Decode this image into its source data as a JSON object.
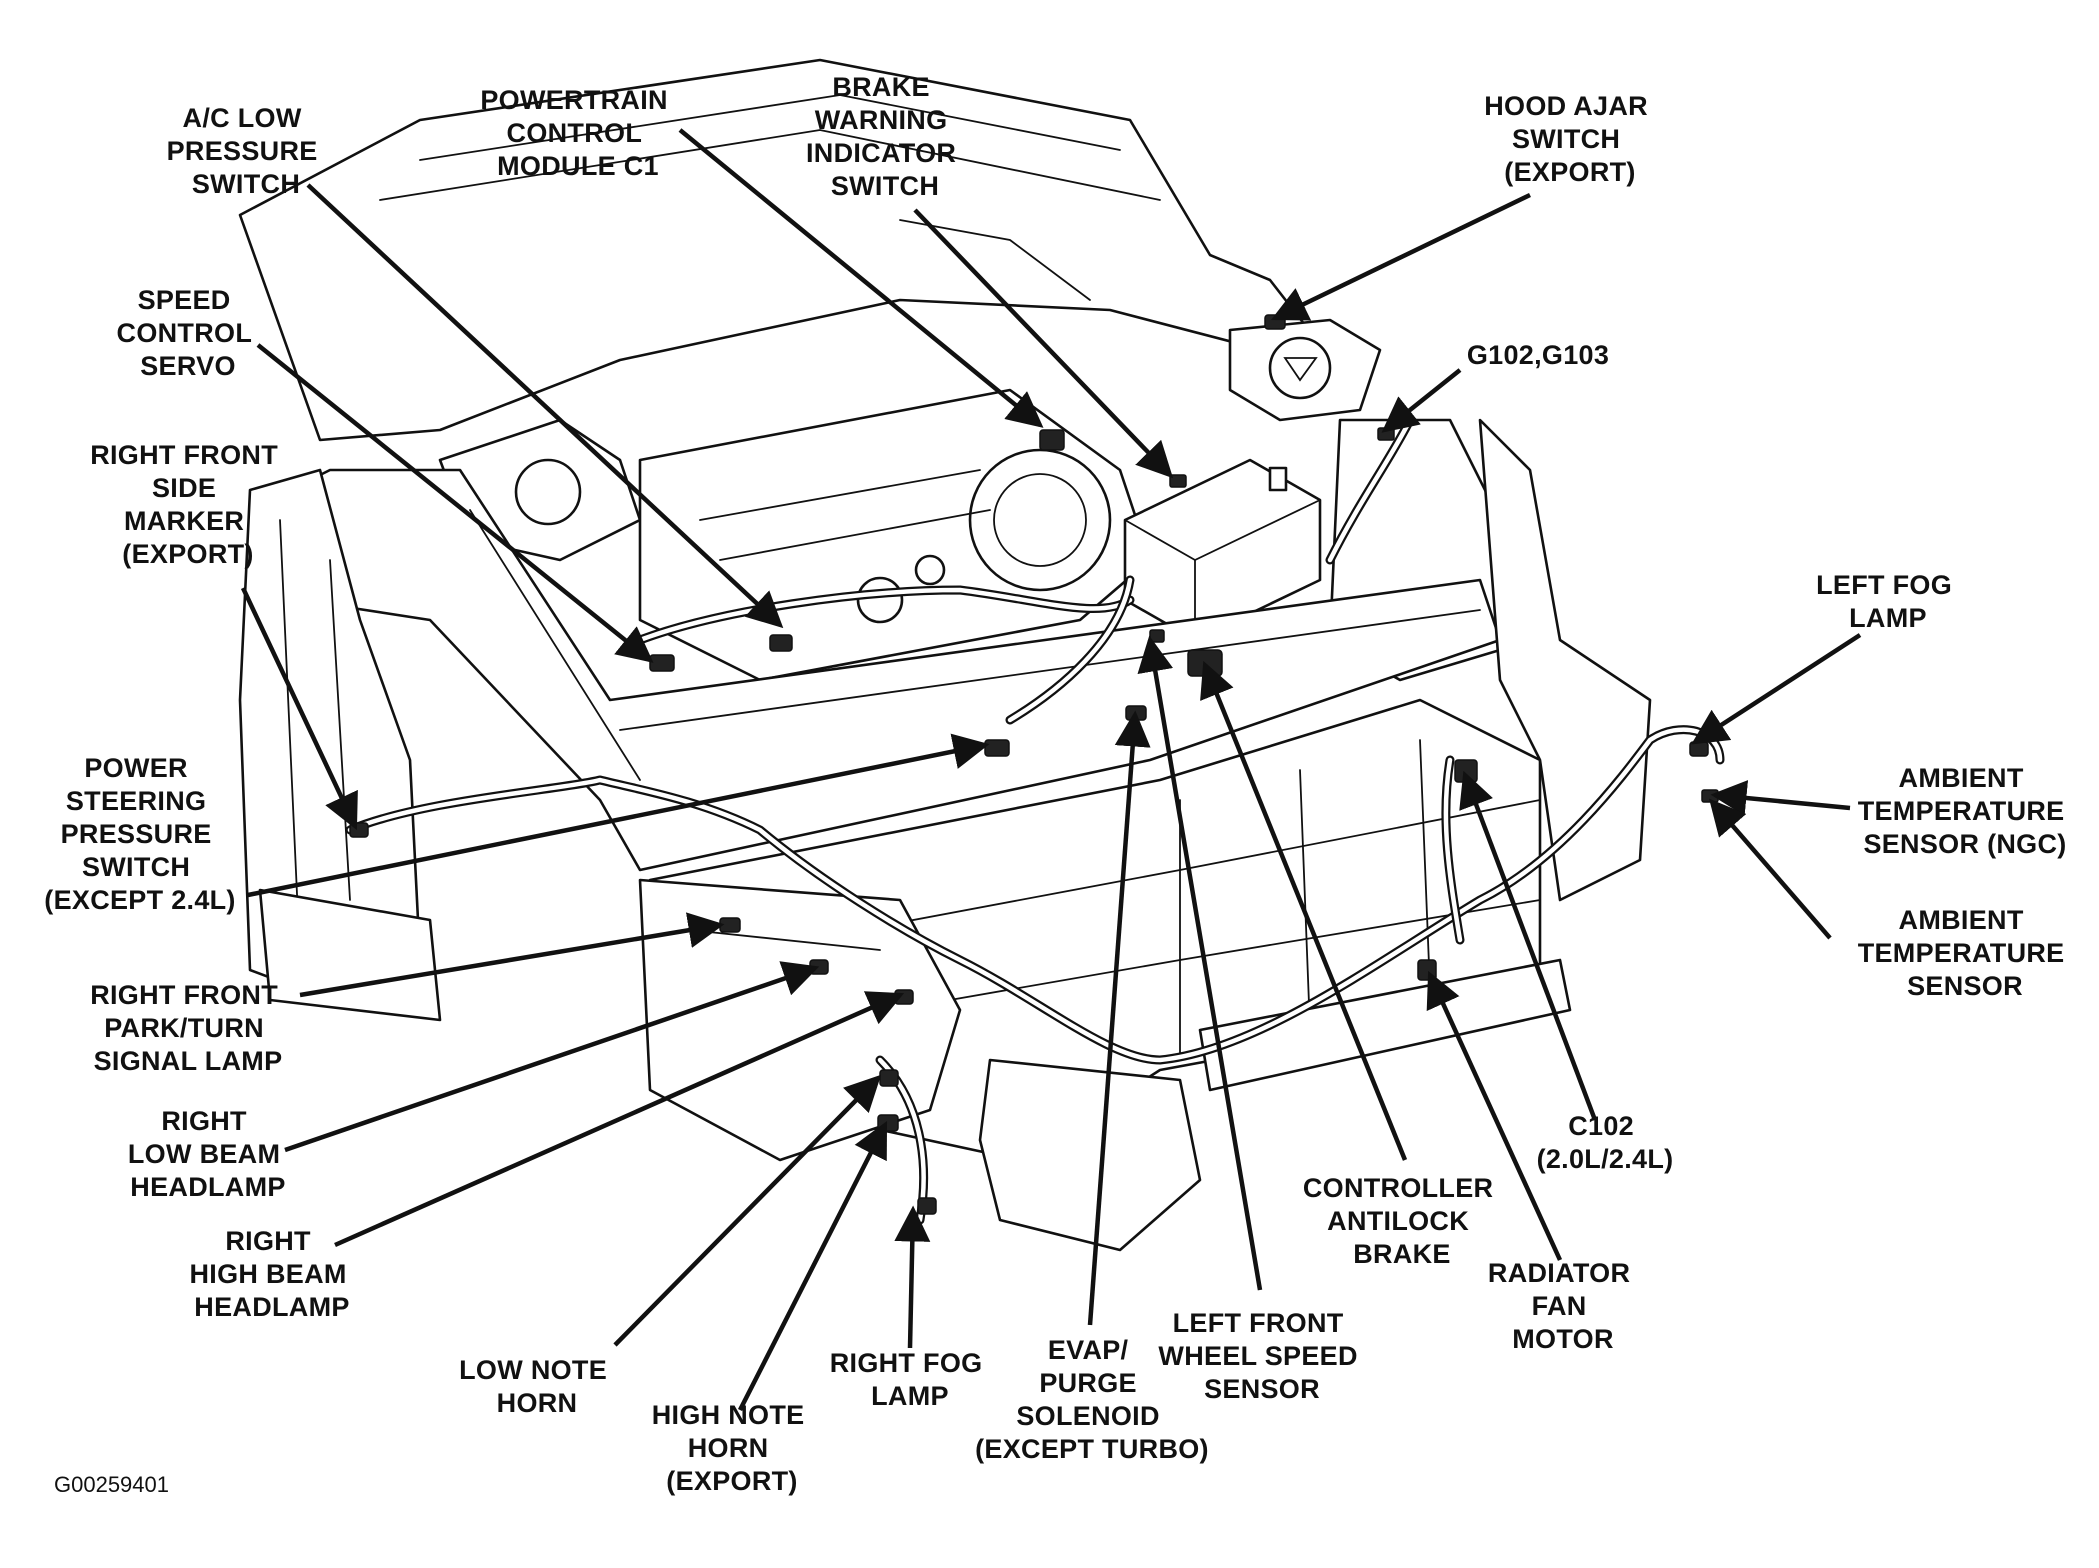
{
  "figure": {
    "id": "G00259401",
    "colors": {
      "ink": "#111111",
      "paper": "#ffffff"
    }
  },
  "labels": {
    "ac_low_pressure_switch": [
      "A/C LOW",
      "PRESSURE",
      "SWITCH"
    ],
    "powertrain_control_module": [
      "POWERTRAIN",
      "CONTROL",
      "MODULE C1"
    ],
    "brake_warning_indicator_switch": [
      "BRAKE",
      "WARNING",
      "INDICATOR",
      "SWITCH"
    ],
    "hood_ajar_switch": [
      "HOOD AJAR",
      "SWITCH",
      "(EXPORT)"
    ],
    "speed_control_servo": [
      "SPEED",
      "CONTROL",
      "SERVO"
    ],
    "g102_g103": [
      "G102,G103"
    ],
    "right_front_side_marker": [
      "RIGHT FRONT",
      "SIDE",
      "MARKER",
      "(EXPORT)"
    ],
    "left_fog_lamp": [
      "LEFT FOG",
      "LAMP"
    ],
    "power_steering_pressure_switch": [
      "POWER",
      "STEERING",
      "PRESSURE",
      "SWITCH",
      "(EXCEPT 2.4L)"
    ],
    "ambient_temperature_sensor_ngc": [
      "AMBIENT",
      "TEMPERATURE",
      "SENSOR (NGC)"
    ],
    "ambient_temperature_sensor": [
      "AMBIENT",
      "TEMPERATURE",
      "SENSOR"
    ],
    "right_front_park_turn_signal_lamp": [
      "RIGHT FRONT",
      "PARK/TURN",
      "SIGNAL LAMP"
    ],
    "right_low_beam_headlamp": [
      "RIGHT",
      "LOW BEAM",
      "HEADLAMP"
    ],
    "c102": [
      "C102",
      "(2.0L/2.4L)"
    ],
    "right_high_beam_headlamp": [
      "RIGHT",
      "HIGH BEAM",
      "HEADLAMP"
    ],
    "controller_antilock_brake": [
      "CONTROLLER",
      "ANTILOCK",
      "BRAKE"
    ],
    "radiator_fan_motor": [
      "RADIATOR",
      "FAN",
      "MOTOR"
    ],
    "left_front_wheel_speed_sensor": [
      "LEFT FRONT",
      "WHEEL  SPEED",
      "SENSOR"
    ],
    "low_note_horn": [
      "LOW NOTE",
      "HORN"
    ],
    "high_note_horn": [
      "HIGH NOTE",
      "HORN",
      "(EXPORT)"
    ],
    "right_fog_lamp": [
      "RIGHT FOG",
      "LAMP"
    ],
    "evap_purge_solenoid": [
      "EVAP/",
      "PURGE",
      "SOLENOID",
      "(EXCEPT TURBO)"
    ]
  }
}
